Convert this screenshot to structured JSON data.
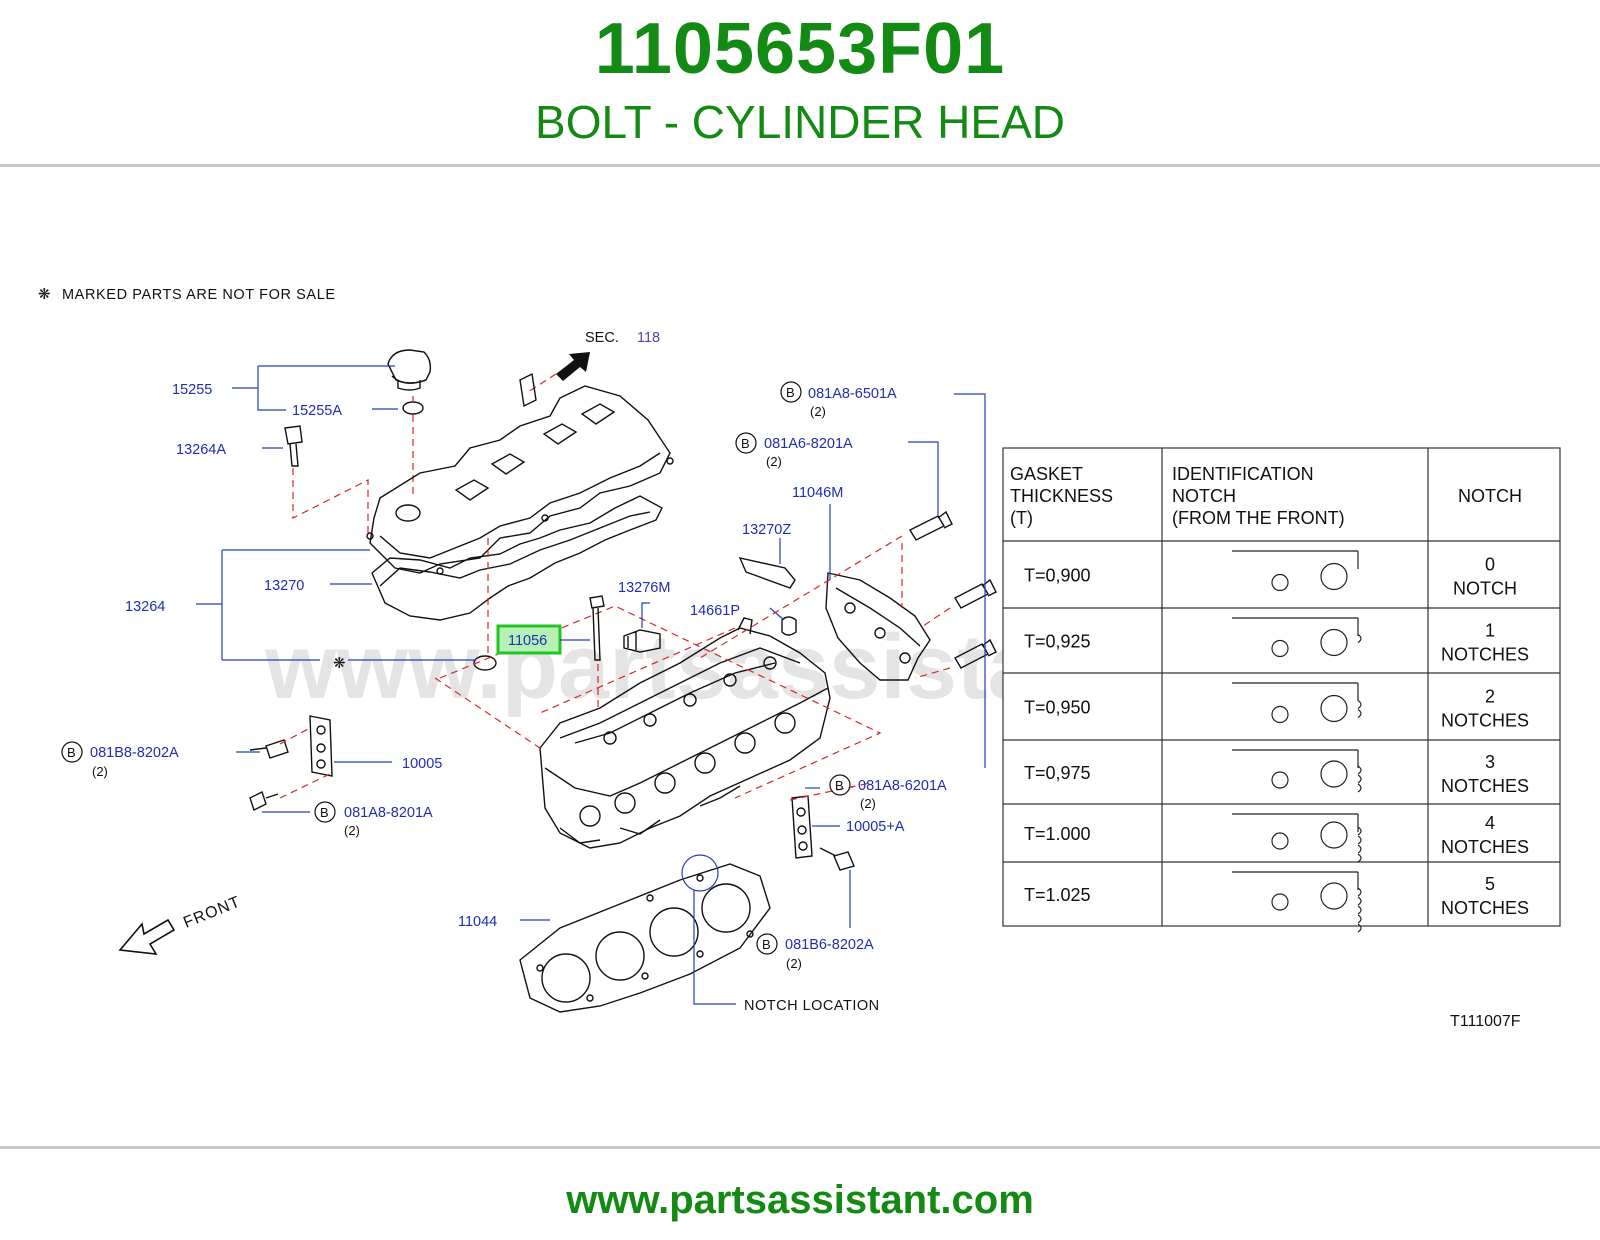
{
  "header": {
    "part_number": "1105653F01",
    "description": "BOLT - CYLINDER HEAD"
  },
  "diagram": {
    "note": "MARKED  PARTS  ARE  NOT  FOR  SALE",
    "note_symbol": "❋",
    "sec_prefix": "SEC.",
    "sec_number": "118",
    "front_label": "FRONT",
    "notch_location": "NOTCH   LOCATION",
    "figure_code": "T111007F",
    "watermark": "www.partsassistant.com",
    "bolt_marker": "B",
    "highlighted_part": "11056",
    "callouts": {
      "c15255": "15255",
      "c15255A": "15255A",
      "c13264A": "13264A",
      "c13270": "13270",
      "c13264": "13264",
      "c13276M": "13276M",
      "c14661P": "14661P",
      "c13270Z": "13270Z",
      "c11046M": "11046M",
      "c081A8_6501A": "081A8-6501A",
      "c081A6_8201A": "081A6-8201A",
      "c081B8_8202A": "081B8-8202A",
      "c10005": "10005",
      "c081A8_8201A": "081A8-8201A",
      "c081A8_6201A": "081A8-6201A",
      "c10005A": "10005+A",
      "c11044": "11044",
      "c081B6_8202A": "081B6-8202A",
      "qty2": "(2)"
    }
  },
  "gasket_table": {
    "headers": [
      "GASKET",
      "THICKNESS",
      "(T)",
      "IDENTIFICATION",
      "NOTCH",
      "(FROM   THE   FRONT)",
      "NOTCH"
    ],
    "rows": [
      {
        "thickness": "T=0,900",
        "count": "0",
        "word": "NOTCH",
        "notches": 0
      },
      {
        "thickness": "T=0,925",
        "count": "1",
        "word": "NOTCHES",
        "notches": 1
      },
      {
        "thickness": "T=0,950",
        "count": "2",
        "word": "NOTCHES",
        "notches": 2
      },
      {
        "thickness": "T=0,975",
        "count": "3",
        "word": "NOTCHES",
        "notches": 3
      },
      {
        "thickness": "T=1.000",
        "count": "4",
        "word": "NOTCHES",
        "notches": 4
      },
      {
        "thickness": "T=1.025",
        "count": "5",
        "word": "NOTCHES",
        "notches": 5
      }
    ]
  },
  "footer": {
    "url": "www.partsassistant.com"
  },
  "colors": {
    "brand_green": "#138a13",
    "callout_blue": "#1c2fb0",
    "highlight": "#22c422",
    "dash_red": "#d62828"
  }
}
